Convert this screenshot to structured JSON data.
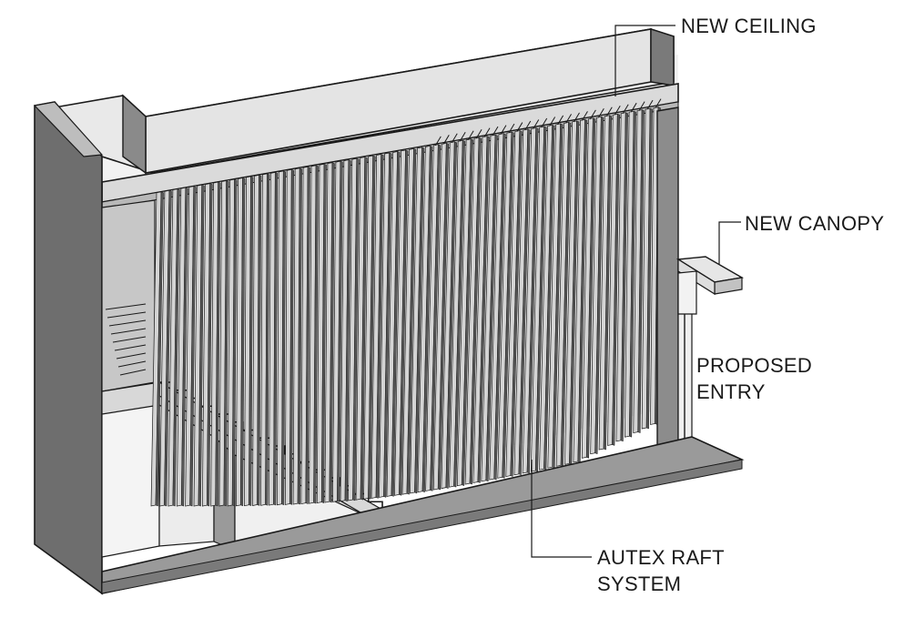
{
  "callouts": {
    "new_ceiling": "NEW CEILING",
    "new_canopy": "NEW CANOPY",
    "proposed_entry": [
      "PROPOSED",
      "ENTRY"
    ],
    "autex_raft_system": [
      "AUTEX RAFT",
      "SYSTEM"
    ]
  },
  "baffles": {
    "count": 62
  },
  "colors": {
    "line": "#1a1a1a",
    "wall_dark": "#6e6e6e",
    "wall_mid": "#a9a9a9",
    "surface_light": "#e9e9e9",
    "floor": "#9a9a9a",
    "baffle_light": "#d4d4d4",
    "baffle_dark": "#5a5a5a"
  }
}
